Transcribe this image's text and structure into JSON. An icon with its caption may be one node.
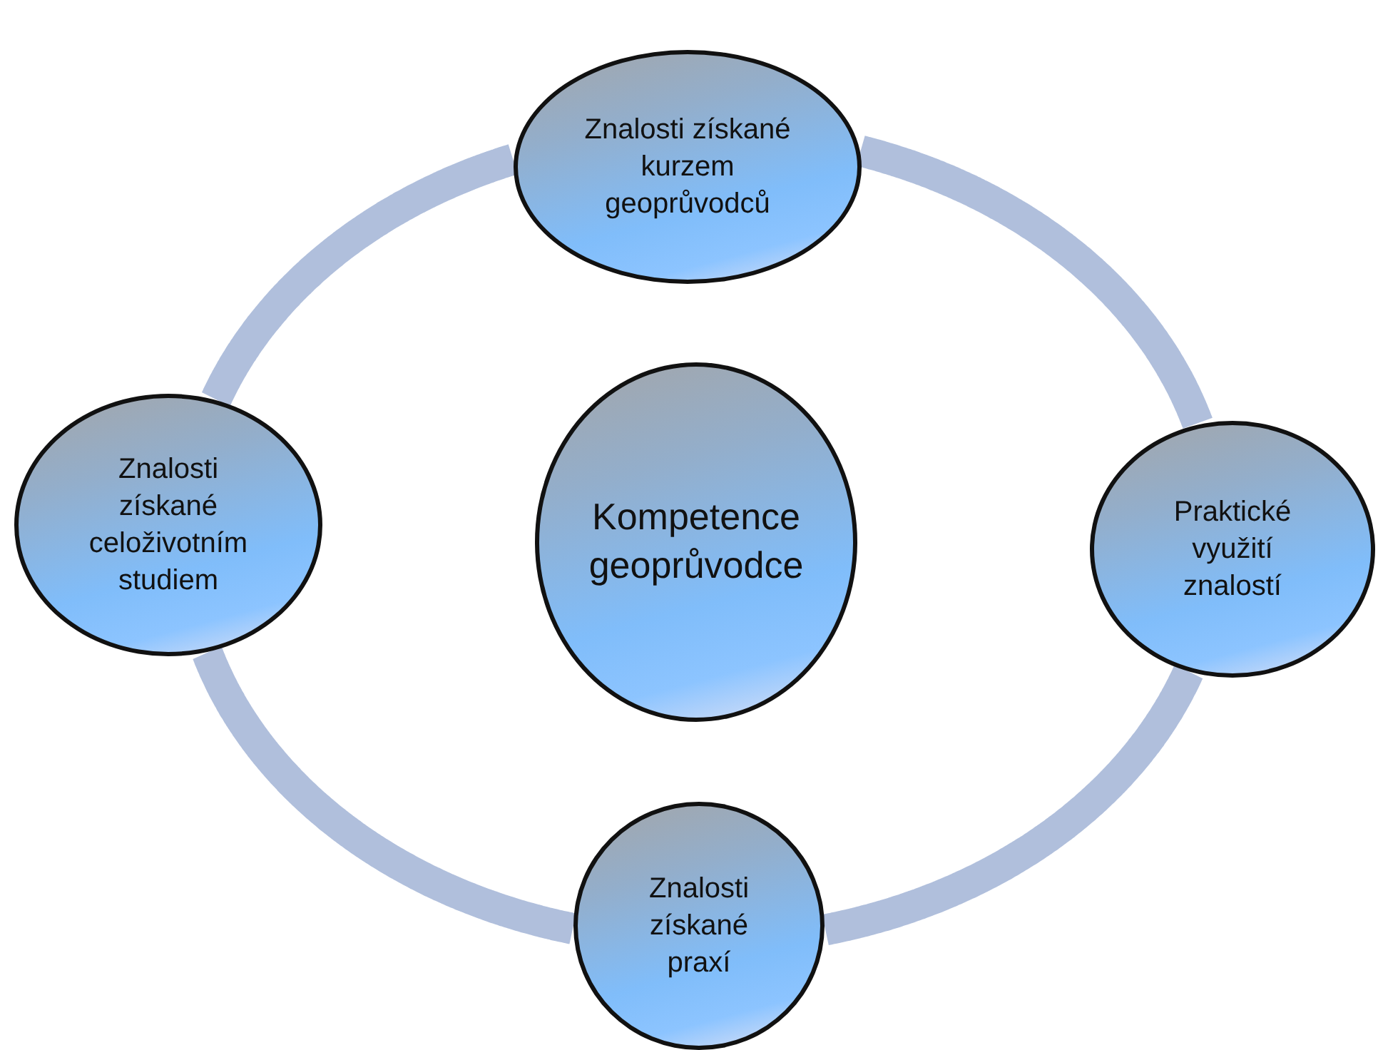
{
  "diagram": {
    "nodes": [
      {
        "text": [
          "Znalosti získané kurzem geoprůvodců"
        ]
      },
      {
        "text": [
          "Znalosti získané celoživotním studiem"
        ]
      },
      {
        "text": [
          "Kompetence geoprůvodce"
        ]
      },
      {
        "text": [
          "Praktické využití znalostí"
        ]
      },
      {
        "text": [
          "Znalosti získané praxí"
        ]
      }
    ],
    "edges": [
      {
        "from": 0,
        "to": 3,
        "arrow": "none"
      },
      {
        "from": 3,
        "to": 4,
        "arrow": "none"
      },
      {
        "from": 4,
        "to": 1,
        "arrow": "none"
      },
      {
        "from": 1,
        "to": 0,
        "arrow": "none"
      }
    ]
  }
}
